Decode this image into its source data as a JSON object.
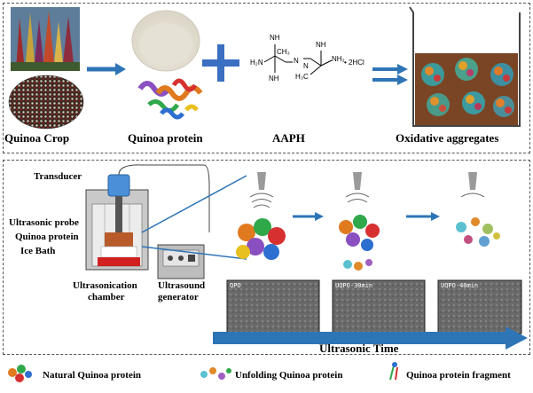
{
  "top_panel": {
    "labels": {
      "crop": "Quinoa Crop",
      "protein": "Quinoa protein",
      "aaph": "AAPH",
      "aggregates": "Oxidative aggregates"
    },
    "aaph_formula": {
      "nh_top": "NH",
      "nh_right": "NH",
      "h2n": "H₂N",
      "nh2": "NH₂",
      "n_left": "N",
      "n_right": "N",
      "h3c": "H₃C",
      "ch3": "CH₃",
      "hcl": "• 2HCl"
    }
  },
  "bottom_panel": {
    "apparatus": {
      "transducer": "Transducer",
      "probe": "Ultrasonic probe",
      "protein": "Quinoa protein",
      "ice": "Ice Bath",
      "chamber_line1": "Ultrasonication",
      "chamber_line2": "chamber",
      "generator_line1": "Ultrasound",
      "generator_line2": "generator"
    },
    "sem_labels": [
      "QPO",
      "UQPO-30min",
      "UQPO-40min"
    ],
    "time_axis": "Ultrasonic Time"
  },
  "legend": {
    "natural": "Natural Quinoa protein",
    "unfolding": "Unfolding Quinoa protein",
    "fragment": "Quinoa protein fragment"
  },
  "colors": {
    "arrow_blue": "#2e75b6",
    "plus_blue": "#3a6fc2",
    "panel_border": "#555555",
    "aggregate_brown": "#7a4524"
  }
}
